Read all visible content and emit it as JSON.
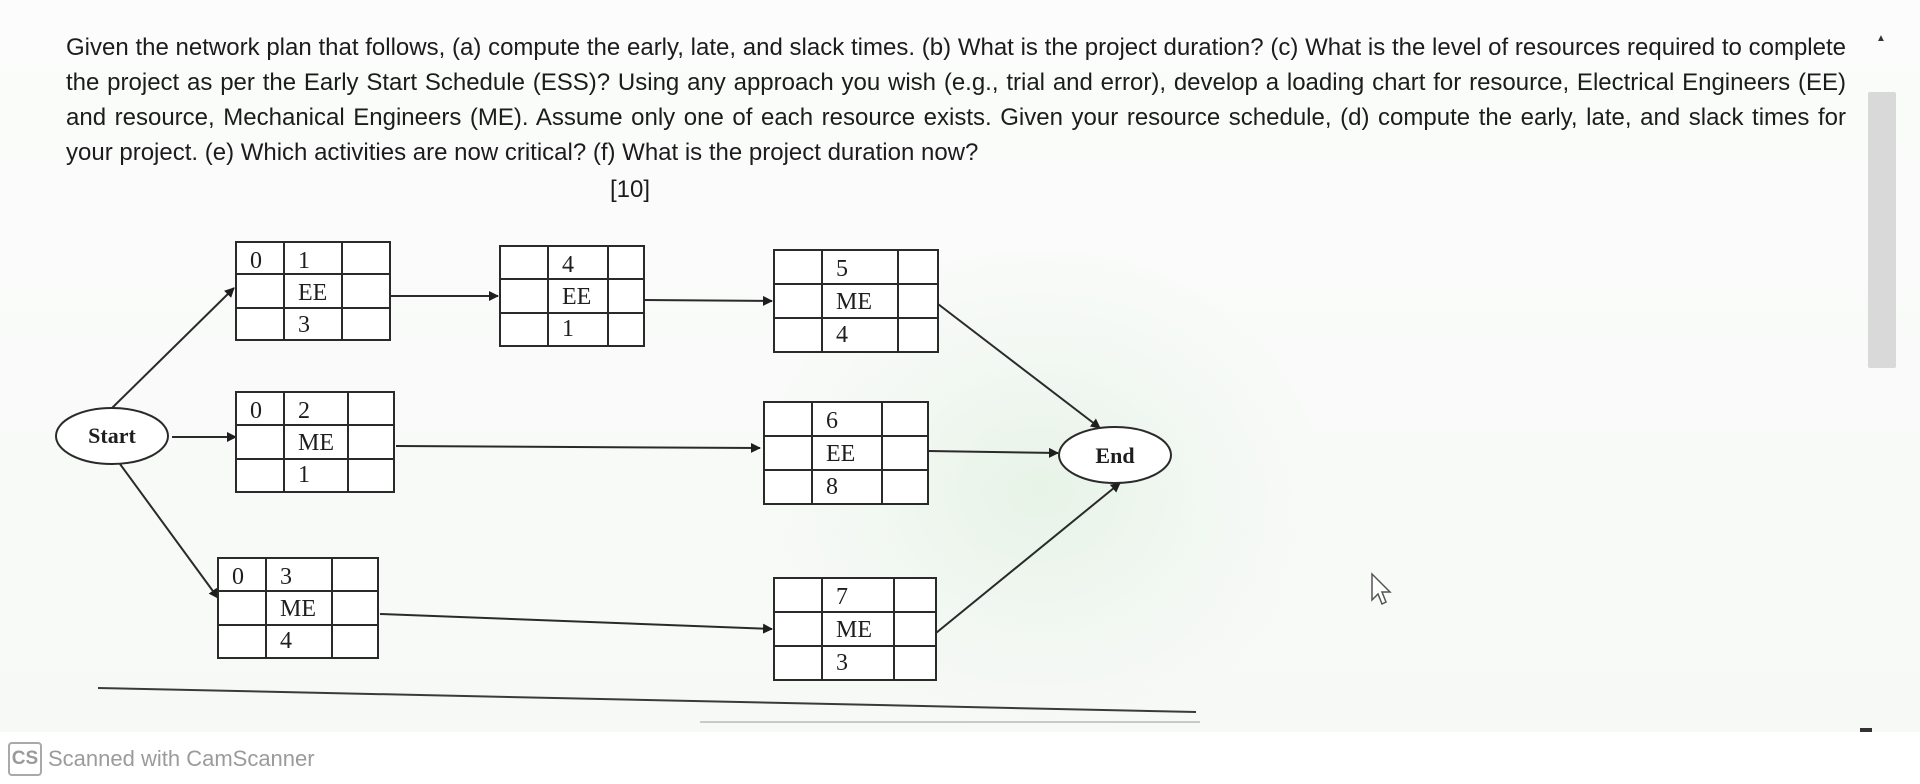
{
  "question": {
    "text": "Given the network plan that follows, (a) compute the early, late, and slack times. (b) What is the project duration? (c) What is the level of resources required to complete the project as per the Early Start Schedule (ESS)? Using any approach you wish (e.g., trial and error), develop a loading chart for resource, Electrical Engineers (EE) and resource, Mechanical Engineers (ME). Assume only one of each resource exists. Given your resource schedule, (d) compute the early, late, and slack times for your project. (e) Which activities are now critical? (f) What is the project duration now?",
    "marks": "[10]"
  },
  "network": {
    "start_label": "Start",
    "end_label": "End",
    "activities": [
      {
        "es": "0",
        "id": "1",
        "resource": "EE",
        "duration": "3"
      },
      {
        "es": "0",
        "id": "2",
        "resource": "ME",
        "duration": "1"
      },
      {
        "es": "0",
        "id": "3",
        "resource": "ME",
        "duration": "4"
      },
      {
        "es": "",
        "id": "4",
        "resource": "EE",
        "duration": "1"
      },
      {
        "es": "",
        "id": "5",
        "resource": "ME",
        "duration": "4"
      },
      {
        "es": "",
        "id": "6",
        "resource": "EE",
        "duration": "8"
      },
      {
        "es": "",
        "id": "7",
        "resource": "ME",
        "duration": "3"
      }
    ]
  },
  "footer": {
    "logo": "CS",
    "text": "Scanned with CamScanner"
  },
  "colors": {
    "ink": "#1e1e1e",
    "scrollbar": "#d9d9d9",
    "watermark": "#9b9b9b"
  }
}
